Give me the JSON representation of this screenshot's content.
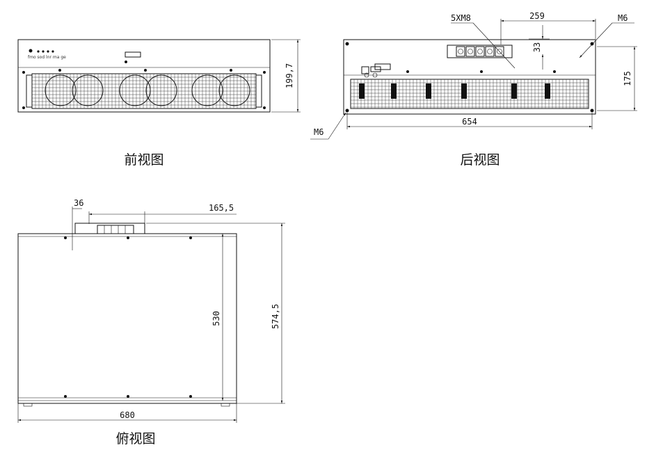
{
  "front_view": {
    "caption": "前视图",
    "panel_text": "fmo sod lnr ma ge",
    "dim_height": "199,7"
  },
  "rear_view": {
    "caption": "后视图",
    "terminal_label": "5XM8",
    "dim_terminal_offset": "259",
    "dim_terminal_height": "33",
    "dim_height": "175",
    "dim_width": "654",
    "hole_label_top": "M6",
    "hole_label_bottom": "M6"
  },
  "top_view": {
    "caption": "俯视图",
    "dim_bracket": "36",
    "dim_terminal_width": "165,5",
    "dim_depth_inner": "530",
    "dim_depth_outer": "574,5",
    "dim_width": "680"
  }
}
